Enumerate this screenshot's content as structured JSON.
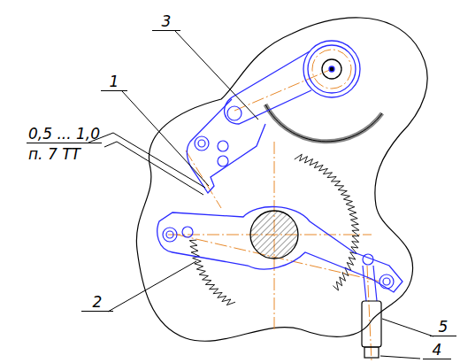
{
  "diagram": {
    "labels": [
      "3",
      "1",
      "0,5 ... 1,0",
      "п. 7 ТТ",
      "2",
      "5",
      "4"
    ]
  }
}
